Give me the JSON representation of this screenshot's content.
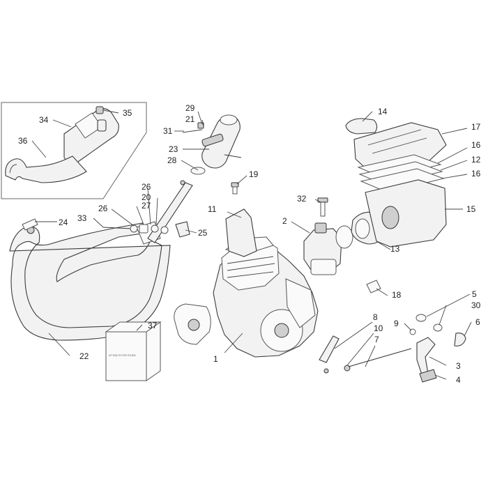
{
  "box_label": "KIT BOLTS FOR STUDS",
  "colors": {
    "line": "#3a3a3a",
    "fill": "#f2f2f2",
    "background": "#ffffff"
  },
  "callouts": {
    "c1": "1",
    "c2": "2",
    "c3": "3",
    "c4": "4",
    "c5": "5",
    "c6": "6",
    "c7": "7",
    "c8": "8",
    "c9": "9",
    "c10": "10",
    "c11": "11",
    "c12": "12",
    "c13": "13",
    "c14": "14",
    "c15": "15",
    "c16a": "16",
    "c16b": "16",
    "c17": "17",
    "c18": "18",
    "c19": "19",
    "c20": "20",
    "c21": "21",
    "c22": "22",
    "c23": "23",
    "c24": "24",
    "c25": "25",
    "c26a": "26",
    "c26b": "26",
    "c27": "27",
    "c28": "28",
    "c29": "29",
    "c30": "30",
    "c31": "31",
    "c32": "32",
    "c33": "33",
    "c34": "34",
    "c35": "35",
    "c36": "36",
    "c37": "37"
  }
}
